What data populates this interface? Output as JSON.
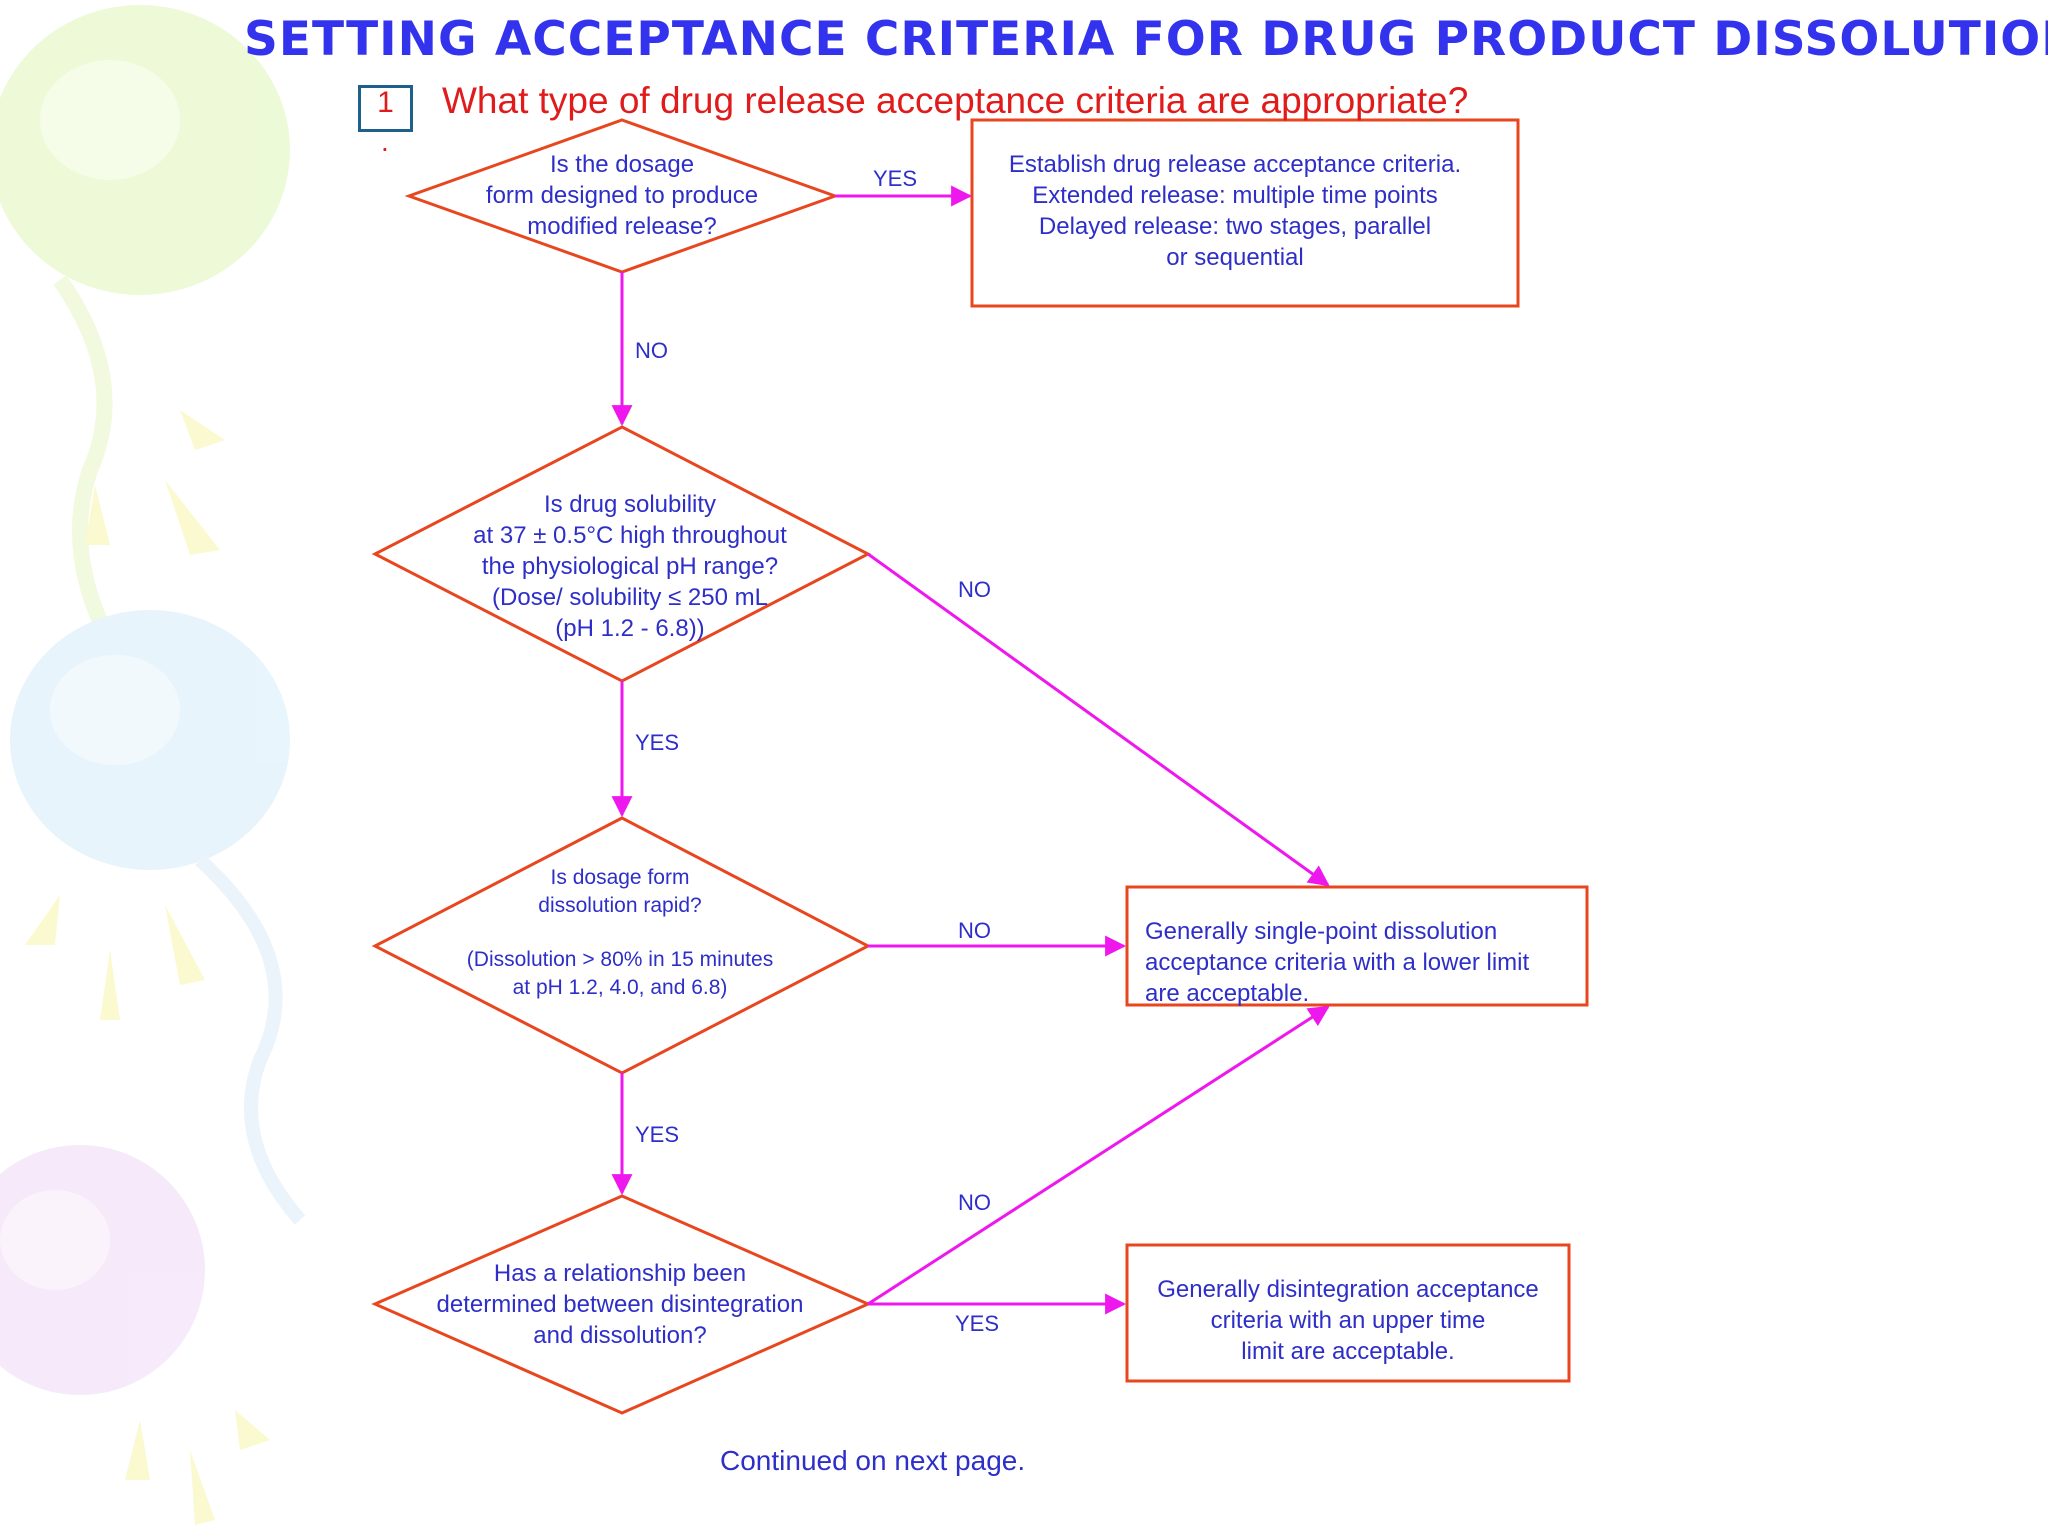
{
  "title": "SETTING ACCEPTANCE CRITERIA FOR DRUG PRODUCT DISSOLUTION",
  "step_number": "1",
  "step_dot": ".",
  "question": "What type of drug release acceptance criteria are appropriate?",
  "nodes": {
    "q1": "Is the dosage\nform designed to produce\nmodified release?",
    "q2": "Is drug solubility\nat 37 ± 0.5°C high throughout\nthe physiological pH range?\n(Dose/ solubility ≤ 250 mL\n(pH 1.2 - 6.8))",
    "q3a": "Is dosage form\ndissolution rapid?",
    "q3b": "(Dissolution > 80% in 15 minutes\nat pH 1.2, 4.0, and 6.8)",
    "q4": "Has a relationship been\ndetermined between disintegration\nand dissolution?",
    "r1": "Establish drug release acceptance criteria.\nExtended release: multiple time points\nDelayed release: two stages, parallel\nor sequential",
    "r2": "Generally single-point dissolution\nacceptance criteria with a lower limit\nare acceptable.",
    "r3": "Generally disintegration acceptance\ncriteria with an upper time\nlimit are acceptable."
  },
  "edge_labels": {
    "q1_yes": "YES",
    "q1_no": "NO",
    "q2_no": "NO",
    "q2_yes": "YES",
    "q3_no": "NO",
    "q3_yes": "YES",
    "q4_no": "NO",
    "q4_yes": "YES"
  },
  "footer": "Continued on next page.",
  "colors": {
    "title": "#3333ee",
    "question": "#e01b1b",
    "shape_outline": "#e8461e",
    "arrow": "#ee18ee",
    "text": "#2e2ec8"
  }
}
